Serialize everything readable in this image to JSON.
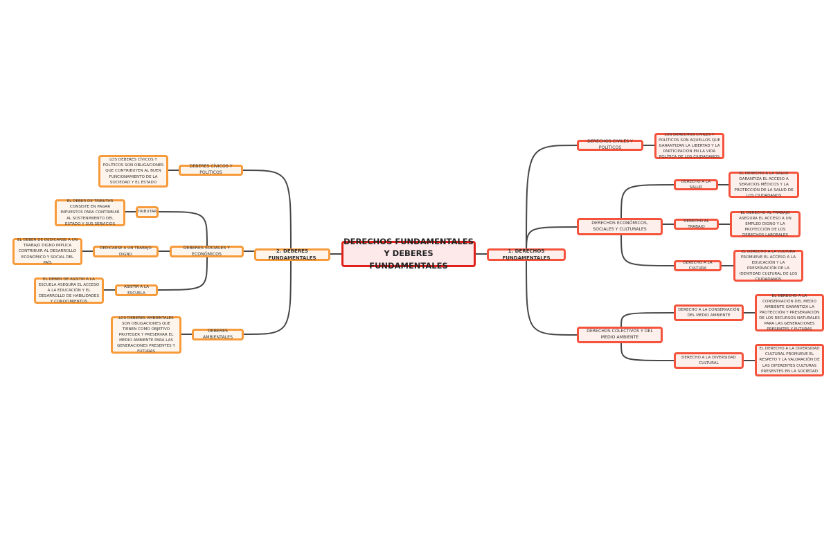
{
  "root": "DERECHOS FUNDAMENTALES Y DEBERES FUNDAMENTALES",
  "derechos": {
    "label": "1. DERECHOS FUNDAMENTALES",
    "civiles": {
      "label": "DERECHOS CIVILES Y POLÍTICOS",
      "desc": "LOS DERECHOS CIVILES Y POLÍTICOS SON AQUELLOS QUE GARANTIZAN LA LIBERTAD Y LA PARTICIPACIÓN EN LA VIDA POLÍTICA DE LOS CIUDADANOS"
    },
    "economicos": {
      "label": "DERECHOS ECONÓMICOS, SOCIALES Y CULTURALES",
      "salud": {
        "label": "DERECHO A LA SALUD",
        "desc": "EL DERECHO A LA SALUD GARANTIZA EL ACCESO A SERVICIOS MÉDICOS Y LA PROTECCIÓN DE LA SALUD DE LOS CIUDADANOS"
      },
      "trabajo": {
        "label": "DERECHO AL TRABAJO",
        "desc": "EL DERECHO AL TRABAJO ASEGURA EL ACCESO A UN EMPLEO DIGNO Y LA PROTECCIÓN DE LOS DERECHOS LABORALES"
      },
      "cultura": {
        "label": "DERECHO A LA CULTURA",
        "desc": "EL DERECHO A LA CULTURA PROMUEVE EL ACCESO A LA EDUCACIÓN Y LA PRESERVACIÓN DE LA IDENTIDAD CULTURAL DE LOS CIUDADANOS"
      }
    },
    "colectivos": {
      "label": "DERECHOS COLECTIVOS Y DEL MEDIO AMBIENTE",
      "conservacion": {
        "label": "DERECHO A LA CONSERVACIÓN DEL MEDIO AMBIENTE",
        "desc": "EL DERECHO A LA CONSERVACIÓN DEL MEDIO AMBIENTE GARANTIZA LA PROTECCIÓN Y PRESERVACIÓN DE LOS RECURSOS NATURALES PARA LAS GENERACIONES PRESENTES Y FUTURAS"
      },
      "diversidad": {
        "label": "DERECHO A LA DIVERSIDAD CULTURAL",
        "desc": "EL DERECHO A LA DIVERSIDAD CULTURAL PROMUEVE EL RESPETO Y LA VALORACIÓN DE LAS DIFERENTES CULTURAS PRESENTES EN LA SOCIEDAD"
      }
    }
  },
  "deberes": {
    "label": "2. DEBERES FUNDAMENTALES",
    "civicos": {
      "label": "DEBERES CÍVICOS Y POLÍTICOS",
      "desc": "LOS DEBERES CÍVICOS Y POLÍTICOS SON OBLIGACIONES QUE CONTRIBUYEN AL BUEN FUNCIONAMIENTO DE LA SOCIEDAD Y EL ESTADO"
    },
    "sociales": {
      "label": "DEBERES SOCIALES Y ECONÓMICOS",
      "tributar": {
        "label": "TRIBUTAR",
        "desc": "EL DEBER DE TRIBUTAR CONSISTE EN PAGAR IMPUESTOS PARA CONTRIBUIR AL SOSTENIMIENTO DEL ESTADO Y SUS SERVICIOS"
      },
      "trabajo": {
        "label": "DEDICARSE A UN TRABAJO DIGNO",
        "desc": "EL DEBER DE DEDICARSE A UN TRABAJO DIGNO IMPLICA CONTRIBUIR AL DESARROLLO ECONÓMICO Y SOCIAL DEL PAÍS"
      },
      "escuela": {
        "label": "ASISTIR A LA ESCUELA",
        "desc": "EL DEBER DE ASISTIR A LA ESCUELA ASEGURA EL ACCESO A LA EDUCACIÓN Y EL DESARROLLO DE HABILIDADES Y CONOCIMIENTOS"
      }
    },
    "ambientales": {
      "label": "DEBERES AMBIENTALES",
      "desc": "LOS DEBERES AMBIENTALES SON OBLIGACIONES QUE TIENEN COMO OBJETIVO PROTEGER Y PRESERVAR EL MEDIO AMBIENTE PARA LAS GENERACIONES PRESENTES Y FUTURAS"
    }
  },
  "colors": {
    "derechos": "#f4523b",
    "deberes": "#f79a3a",
    "root": "#e0201a",
    "line": "#444444"
  }
}
